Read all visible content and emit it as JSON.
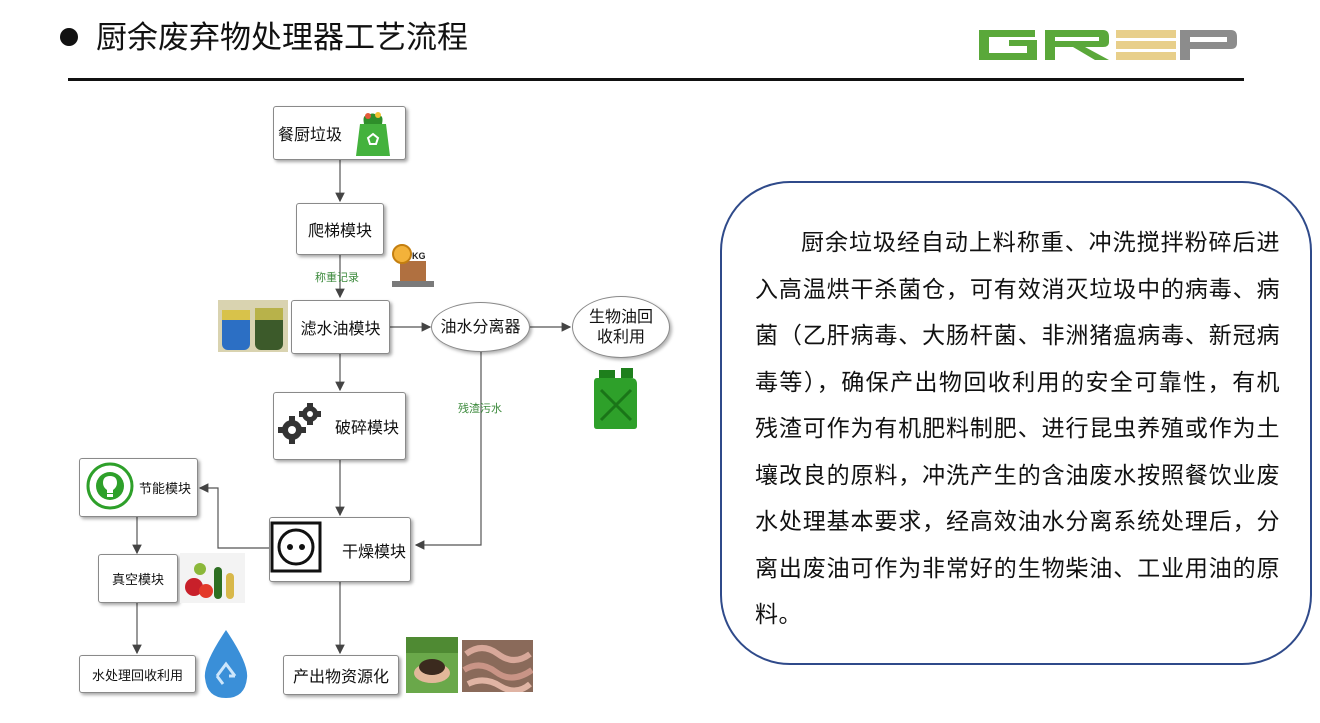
{
  "slide": {
    "title": "厨余废弃物处理器工艺流程",
    "logo": {
      "letters": [
        "G",
        "R",
        "E",
        "P"
      ],
      "colors": {
        "green": "#5aa83a",
        "tan": "#e8cf8a",
        "gray": "#8c8c8c"
      }
    }
  },
  "flow": {
    "nodes": {
      "kitchen_waste": "餐厨垃圾",
      "ladder_module": "爬梯模块",
      "filter_oil_module": "滤水油模块",
      "oil_water_separator": "油水分离器",
      "biodiesel_recycle": "生物油回收利用",
      "crush_module": "破碎模块",
      "energy_module": "节能模块",
      "dry_module": "干燥模块",
      "vacuum_module": "真空模块",
      "water_recycle": "水处理回收利用",
      "output_resource": "产出物资源化"
    },
    "edge_labels": {
      "weigh_record": "称重记录",
      "residue_water": "残渣污水"
    },
    "icons": {
      "scale_badge": "KG"
    }
  },
  "description": {
    "text": "厨余垃圾经自动上料称重、冲洗搅拌粉碎后进入高温烘干杀菌仓，可有效消灭垃圾中的病毒、病菌（乙肝病毒、大肠杆菌、非洲猪瘟病毒、新冠病毒等），确保产出物回收利用的安全可靠性，有机残渣可作为有机肥料制肥、进行昆虫养殖或作为土壤改良的原料，冲洗产生的含油废水按照餐饮业废水处理基本要求，经高效油水分离系统处理后，分离出废油可作为非常好的生物柴油、工业用油的原料。"
  }
}
